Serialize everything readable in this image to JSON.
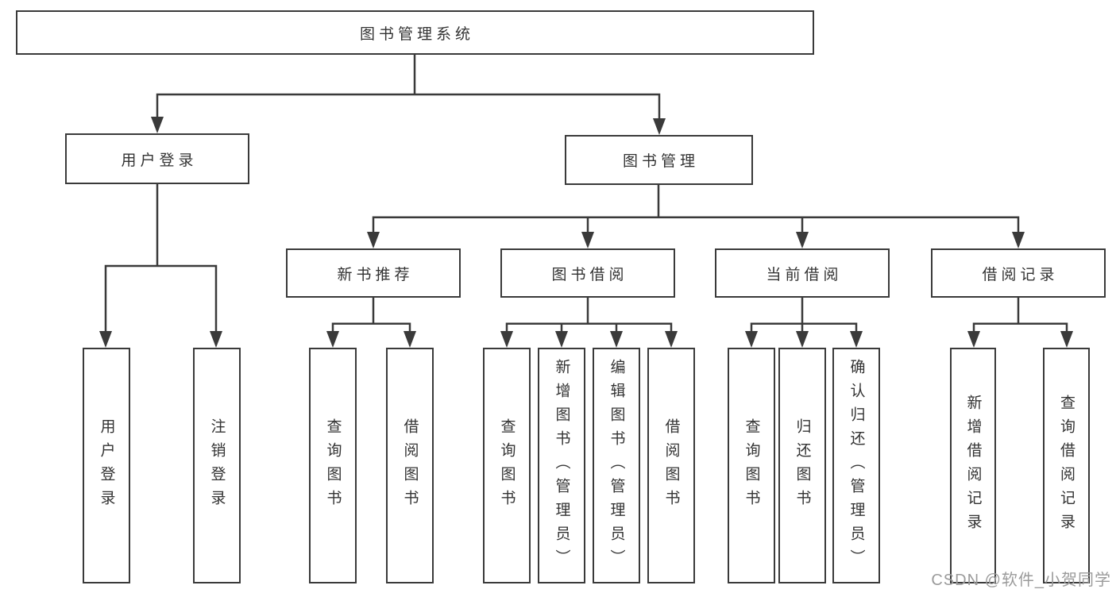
{
  "diagram": {
    "root": {
      "label": "图书管理系统"
    },
    "user_login": {
      "label": "用户登录",
      "children": [
        {
          "label": "用户登录"
        },
        {
          "label": "注销登录"
        }
      ]
    },
    "book_management": {
      "label": "图书管理",
      "sections": [
        {
          "label": "新书推荐",
          "children": [
            {
              "label": "查询图书"
            },
            {
              "label": "借阅图书"
            }
          ]
        },
        {
          "label": "图书借阅",
          "children": [
            {
              "label": "查询图书"
            },
            {
              "label": "新增图书（管理员）"
            },
            {
              "label": "编辑图书（管理员）"
            },
            {
              "label": "借阅图书"
            }
          ]
        },
        {
          "label": "当前借阅",
          "children": [
            {
              "label": "查询图书"
            },
            {
              "label": "归还图书"
            },
            {
              "label": "确认归还（管理员）"
            }
          ]
        },
        {
          "label": "借阅记录",
          "children": [
            {
              "label": "新增借阅记录"
            },
            {
              "label": "查询借阅记录"
            }
          ]
        }
      ]
    }
  },
  "watermark": {
    "text": "CSDN @软件_小贺同学"
  },
  "colors": {
    "line": "#3a3a3a",
    "box_border": "#3a3a3a",
    "text": "#333333",
    "watermark": "#9b9b9b",
    "background": "#ffffff"
  }
}
